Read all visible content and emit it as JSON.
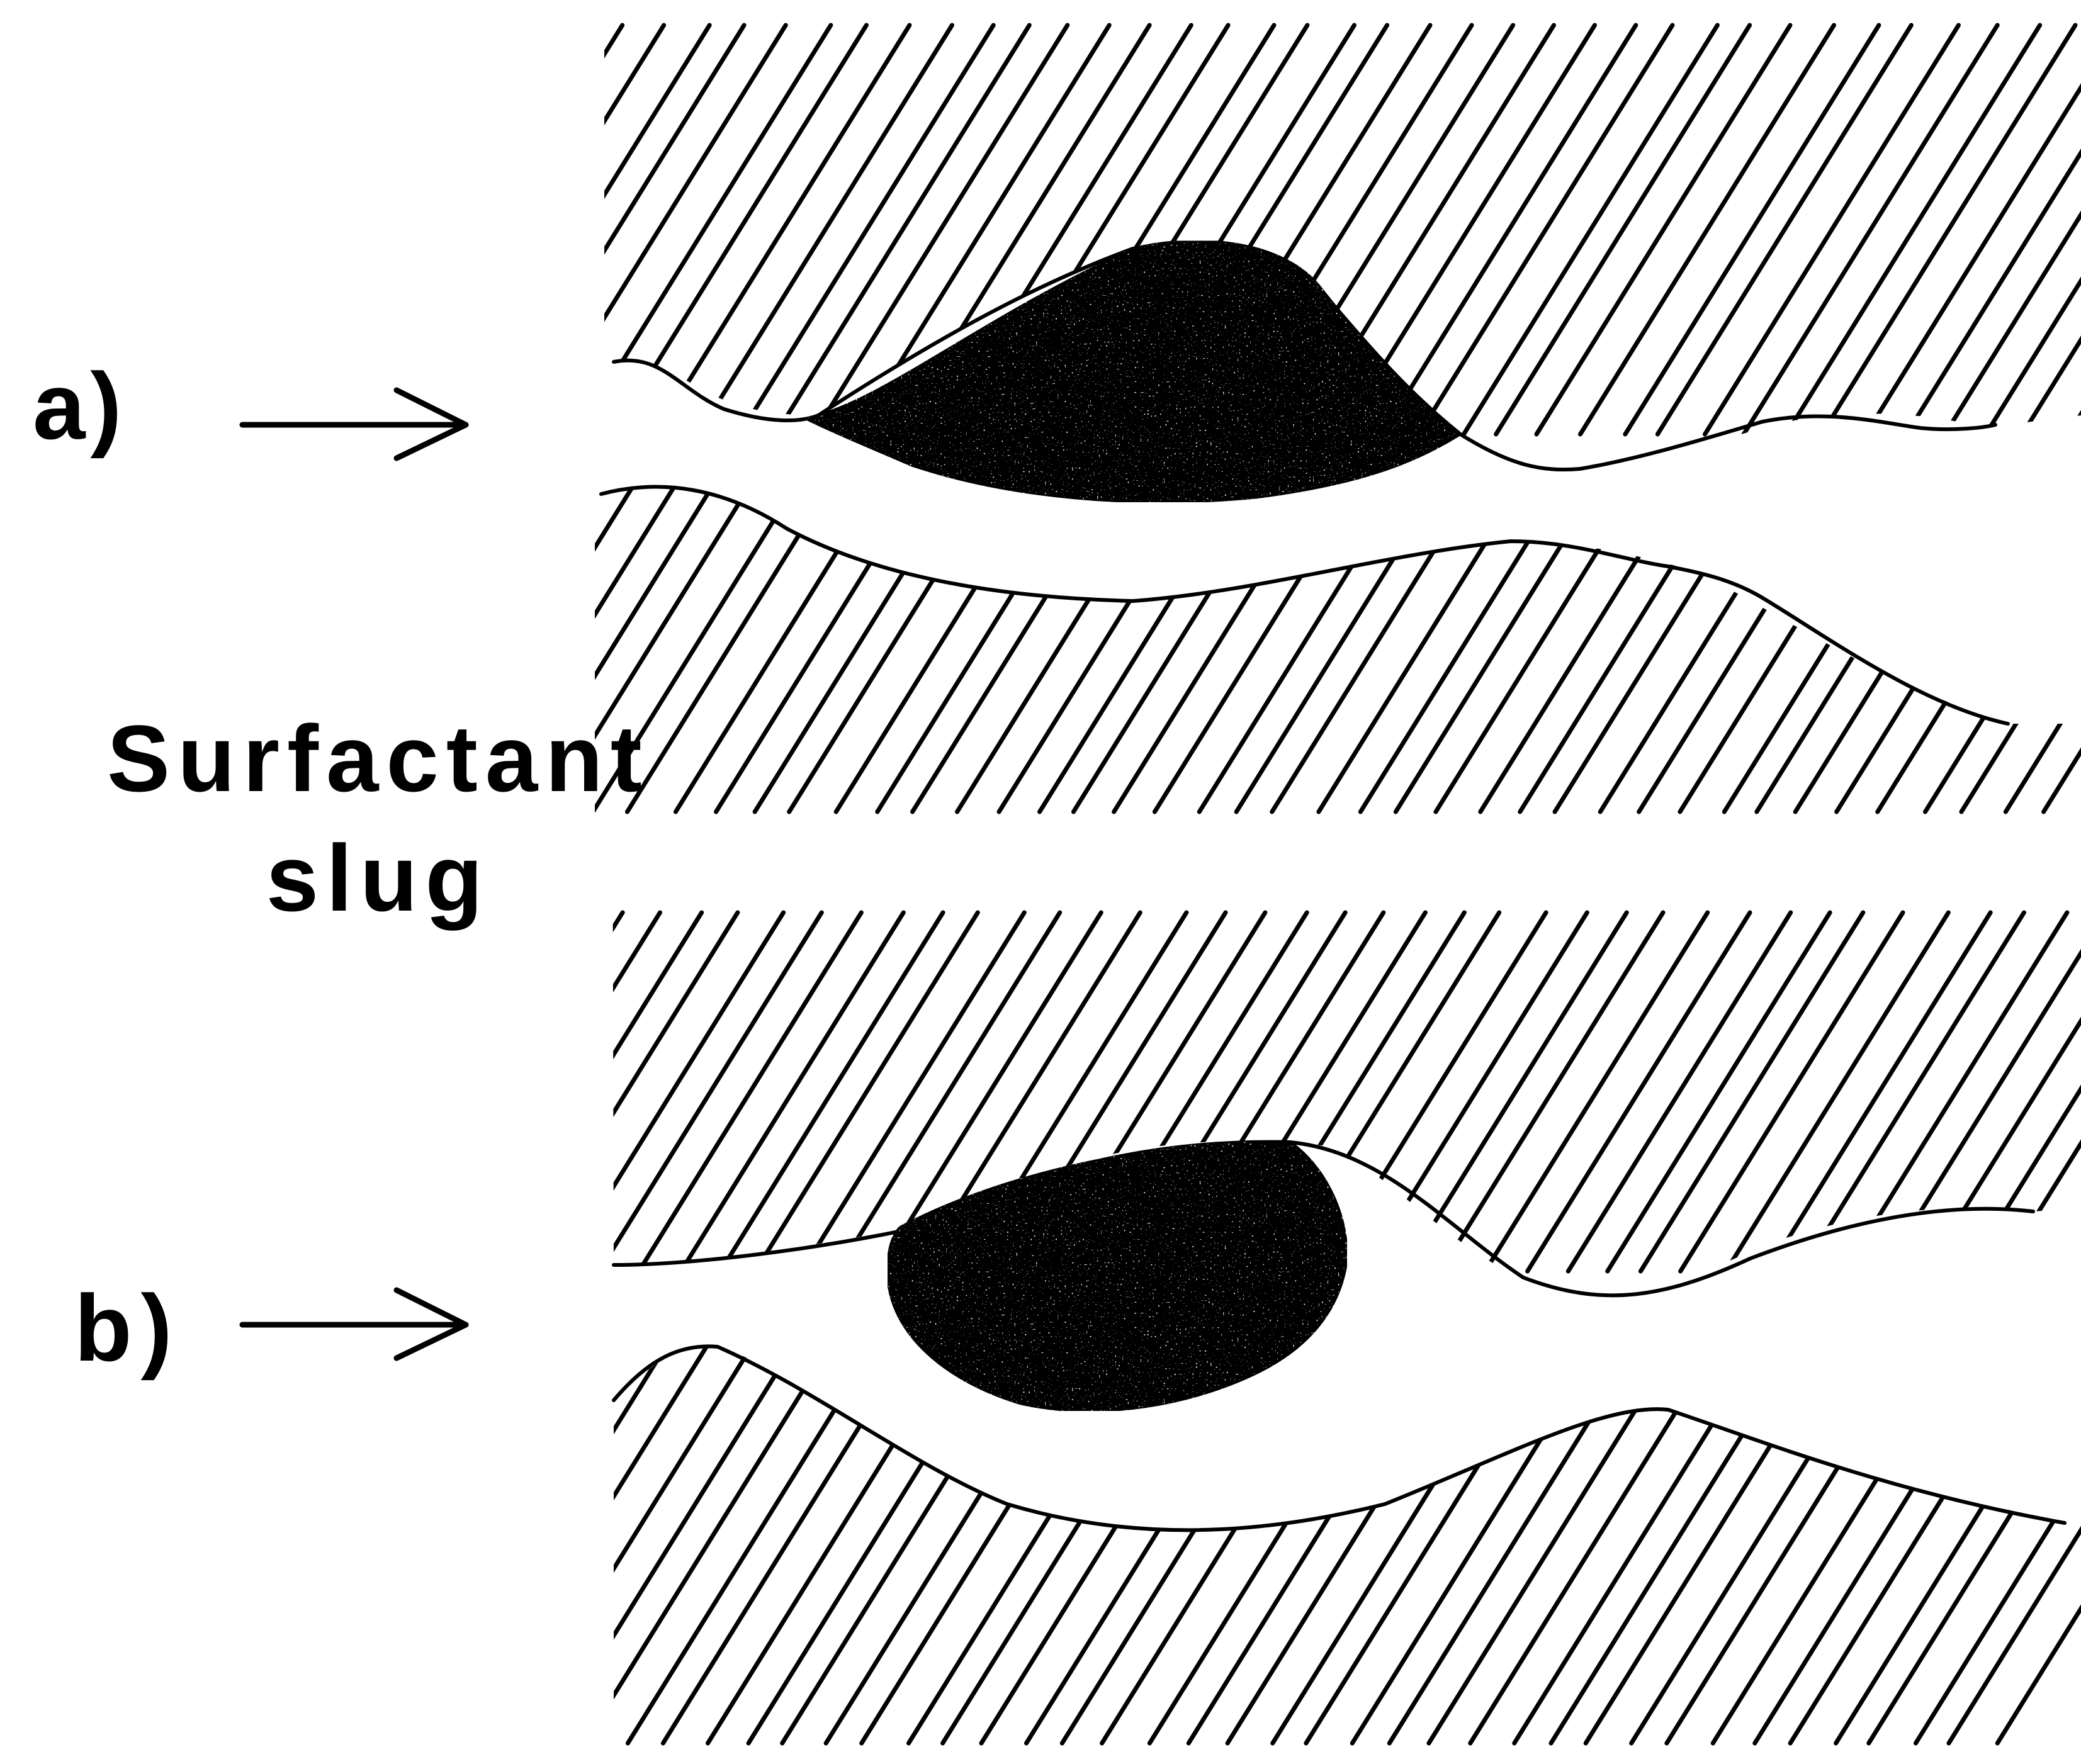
{
  "labels": {
    "panel_a": "a)",
    "panel_b": "b)",
    "caption_line1": "Surfactant",
    "caption_line2": "slug"
  },
  "colors": {
    "ink": "#000000",
    "background": "#ffffff"
  }
}
